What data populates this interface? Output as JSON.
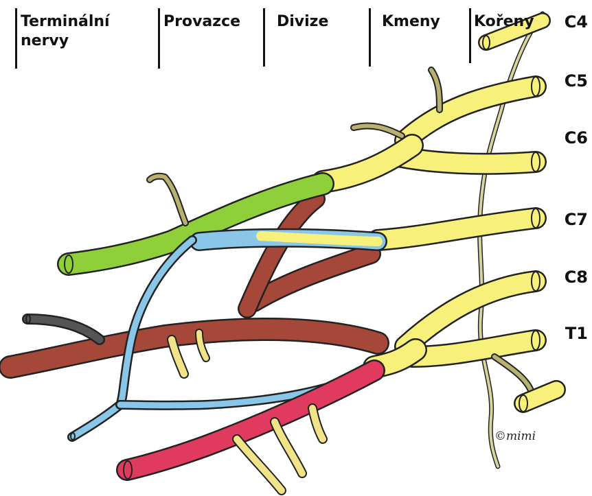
{
  "headers": {
    "terminal": "Terminální nervy",
    "cords": "Provazce",
    "divisions": "Divize",
    "trunks": "Kmeny",
    "roots": "Kořeny"
  },
  "roots": [
    "C4",
    "C5",
    "C6",
    "C7",
    "C8",
    "T1"
  ],
  "copyright": "©mimi",
  "colors": {
    "roots_trunks": "#f7f07a",
    "lateral_cord": "#8fcf3a",
    "medial_branch": "#89c6e8",
    "posterior_cord": "#a5483a",
    "medial_cord": "#e03a5e",
    "small_branch": "#b8b070",
    "axillary_stub": "#555555",
    "outline": "#222222"
  }
}
